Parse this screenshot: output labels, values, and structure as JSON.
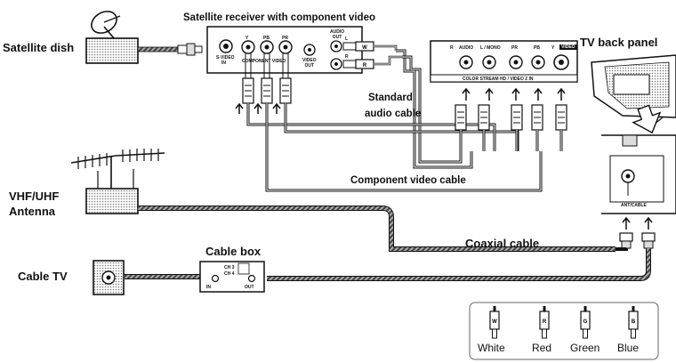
{
  "labels": {
    "satellite_dish": "Satellite dish",
    "satellite_receiver": "Satellite receiver with component video",
    "tv_back_panel": "TV back panel",
    "standard_audio_cable": [
      "Standard",
      "audio cable"
    ],
    "component_video_cable": "Component video cable",
    "vhf_uhf_antenna": [
      "VHF/UHF",
      "Antenna"
    ],
    "coaxial_cable": "Coaxial cable",
    "cable_box": "Cable box",
    "cable_tv": "Cable TV"
  },
  "receiver_panel": {
    "in_label": [
      "S-VIDEO",
      "IN"
    ],
    "component_video": "COMPONENT VIDEO",
    "video_out": [
      "VIDEO",
      "OUT"
    ],
    "audio_out": [
      "AUDIO",
      "OUT"
    ],
    "jack_labels": [
      "Y",
      "PB",
      "PR"
    ],
    "audio_lr": [
      "L",
      "R"
    ]
  },
  "tv_input_panel": {
    "jack_labels": [
      "R",
      "AUDIO",
      "L / MONO",
      "PR",
      "PB",
      "Y",
      "VIDEO"
    ],
    "caption": "COLOR STREAM HD / VIDEO 2 IN"
  },
  "ant_cable_label": "ANT/CABLE",
  "cable_box_panel": {
    "ch3": "CH 3",
    "ch4": "CH 4",
    "in": "IN",
    "out": "OUT"
  },
  "legend": {
    "items": [
      {
        "label": "White",
        "letter": "W"
      },
      {
        "label": "Red",
        "letter": "R"
      },
      {
        "label": "Green",
        "letter": "G"
      },
      {
        "label": "Blue",
        "letter": "B"
      }
    ]
  }
}
